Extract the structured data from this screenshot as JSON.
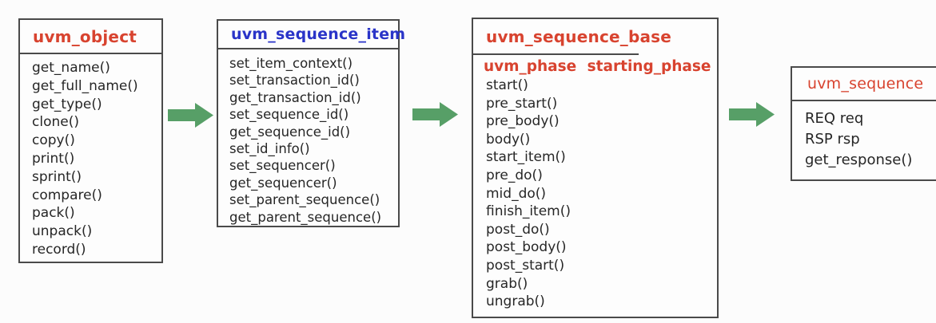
{
  "colors": {
    "background": "#fcfcfc",
    "box_bg": "#fdfdfd",
    "box_border": "#4a4a4a",
    "method_text": "#262626",
    "red_title": "#d8432f",
    "blue_title": "#2a34c8",
    "arrow_green": "#579f67"
  },
  "boxes": [
    {
      "title": "uvm_object",
      "methods": [
        "get_name()",
        "get_full_name()",
        "get_type()",
        "clone()",
        "copy()",
        "print()",
        "sprint()",
        "compare()",
        "pack()",
        "unpack()",
        "record()"
      ]
    },
    {
      "title": "uvm_sequence_item",
      "methods": [
        "set_item_context()",
        "set_transaction_id()",
        "get_transaction_id()",
        "set_sequence_id()",
        "get_sequence_id()",
        "set_id_info()",
        "set_sequencer()",
        "get_sequencer()",
        "set_parent_sequence()",
        "get_parent_sequence()"
      ]
    },
    {
      "title": "uvm_sequence_base",
      "subtitle": "uvm_phase starting_phase",
      "methods": [
        "start()",
        "pre_start()",
        "pre_body()",
        "body()",
        "start_item()",
        "pre_do()",
        "mid_do()",
        "finish_item()",
        "post_do()",
        "post_body()",
        "post_start()",
        "grab()",
        "ungrab()"
      ]
    },
    {
      "title": "uvm_sequence",
      "methods": [
        "REQ req",
        "RSP rsp",
        "get_response()"
      ]
    }
  ],
  "arrows": [
    {
      "direction": "right"
    },
    {
      "direction": "right"
    },
    {
      "direction": "right"
    }
  ]
}
